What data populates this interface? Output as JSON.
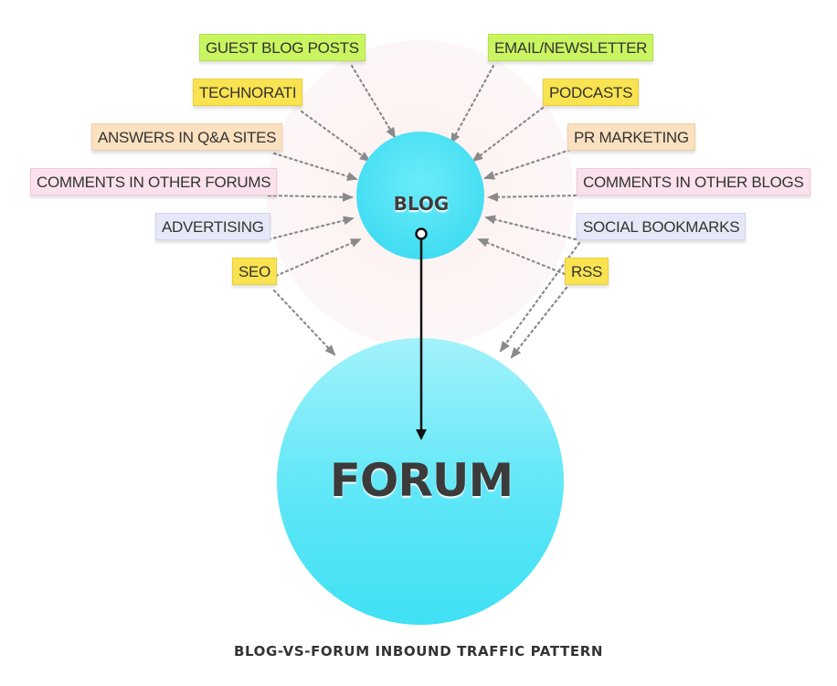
{
  "colors": {
    "accent_circle": "#4ee3f5",
    "halo": "#fdf3f3",
    "arrow": "#8a8a8a"
  },
  "nodes": {
    "blog": "BLOG",
    "forum": "FORUM"
  },
  "sources": [
    {
      "label": "GUEST BLOG POSTS",
      "color": "#c8f560"
    },
    {
      "label": "TECHNORATI",
      "color": "#fae350"
    },
    {
      "label": "ANSWERS IN Q&A SITES",
      "color": "#fbe1c0"
    },
    {
      "label": "COMMENTS IN OTHER FORUMS",
      "color": "#fbe1ec"
    },
    {
      "label": "ADVERTISING",
      "color": "#e6e8f8"
    },
    {
      "label": "SEO",
      "color": "#fae350"
    },
    {
      "label": "EMAIL/NEWSLETTER",
      "color": "#c8f560"
    },
    {
      "label": "PODCASTS",
      "color": "#fae350"
    },
    {
      "label": "PR MARKETING",
      "color": "#fbe1c0"
    },
    {
      "label": "COMMENTS IN OTHER BLOGS",
      "color": "#fbe1ec"
    },
    {
      "label": "SOCIAL BOOKMARKS",
      "color": "#e6e8f8"
    },
    {
      "label": "RSS",
      "color": "#fae350"
    }
  ],
  "caption": "BLOG-VS-FORUM INBOUND TRAFFIC PATTERN"
}
